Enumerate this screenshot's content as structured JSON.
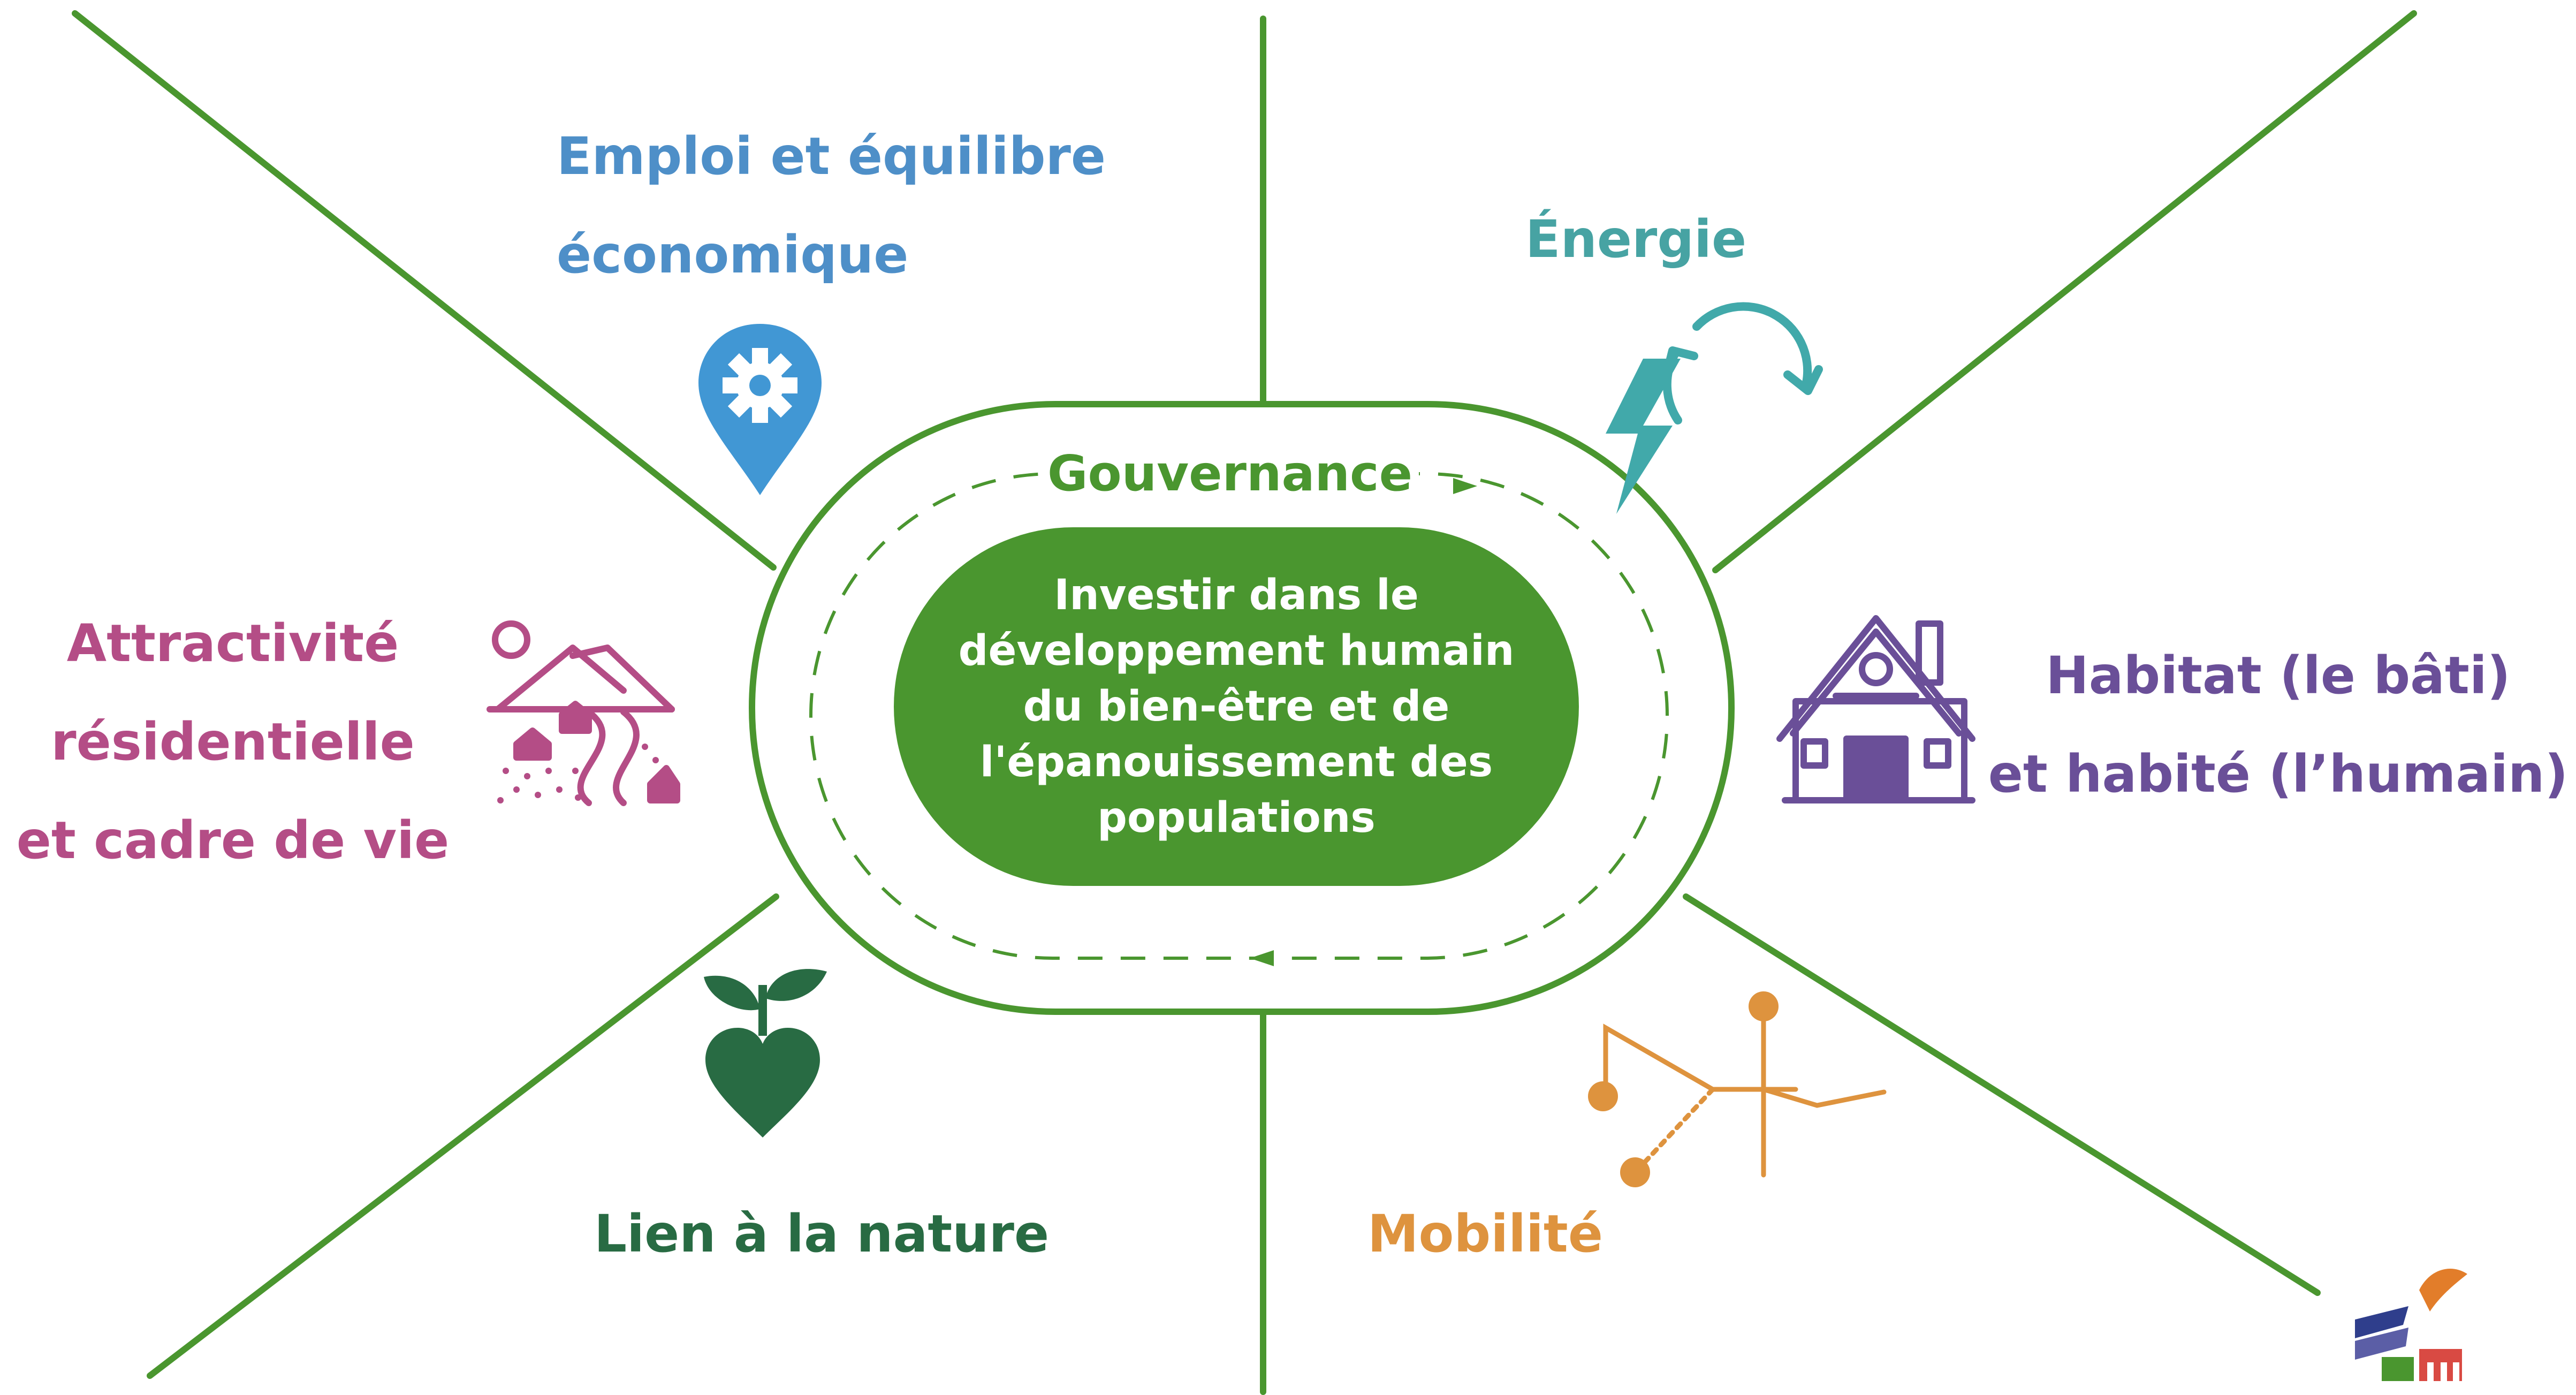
{
  "colors": {
    "green_lines": "#4a962f",
    "center_fill": "#4a962f",
    "emploi": "#4e8fc8",
    "energie": "#47a3a3",
    "attractivite": "#b44d86",
    "habitat": "#6a4f98",
    "lien_nature": "#286b43",
    "mobilite": "#de933e"
  },
  "center": {
    "governance_label": "Gouvernance",
    "core_lines": [
      "Investir dans le",
      "développement humain",
      "du bien-être et de",
      "l'épanouissement des",
      "populations"
    ]
  },
  "themes": {
    "emploi": {
      "lines": [
        "Emploi et équilibre",
        "économique"
      ],
      "icon": "gear-location-pin-icon"
    },
    "energie": {
      "lines": [
        "Énergie"
      ],
      "icon": "renewable-lightning-icon"
    },
    "attractivite": {
      "lines": [
        "Attractivité",
        "résidentielle",
        "et cadre de vie"
      ],
      "icon": "mountain-village-landscape-icon"
    },
    "habitat": {
      "lines": [
        "Habitat (le bâti)",
        "et habité (l’humain)"
      ],
      "icon": "house-icon"
    },
    "lien_nature": {
      "lines": [
        "Lien à la nature"
      ],
      "icon": "sprout-heart-icon"
    },
    "mobilite": {
      "lines": [
        "Mobilité"
      ],
      "icon": "route-network-icon"
    }
  },
  "logo": {
    "icon": "organization-logo-icon"
  }
}
